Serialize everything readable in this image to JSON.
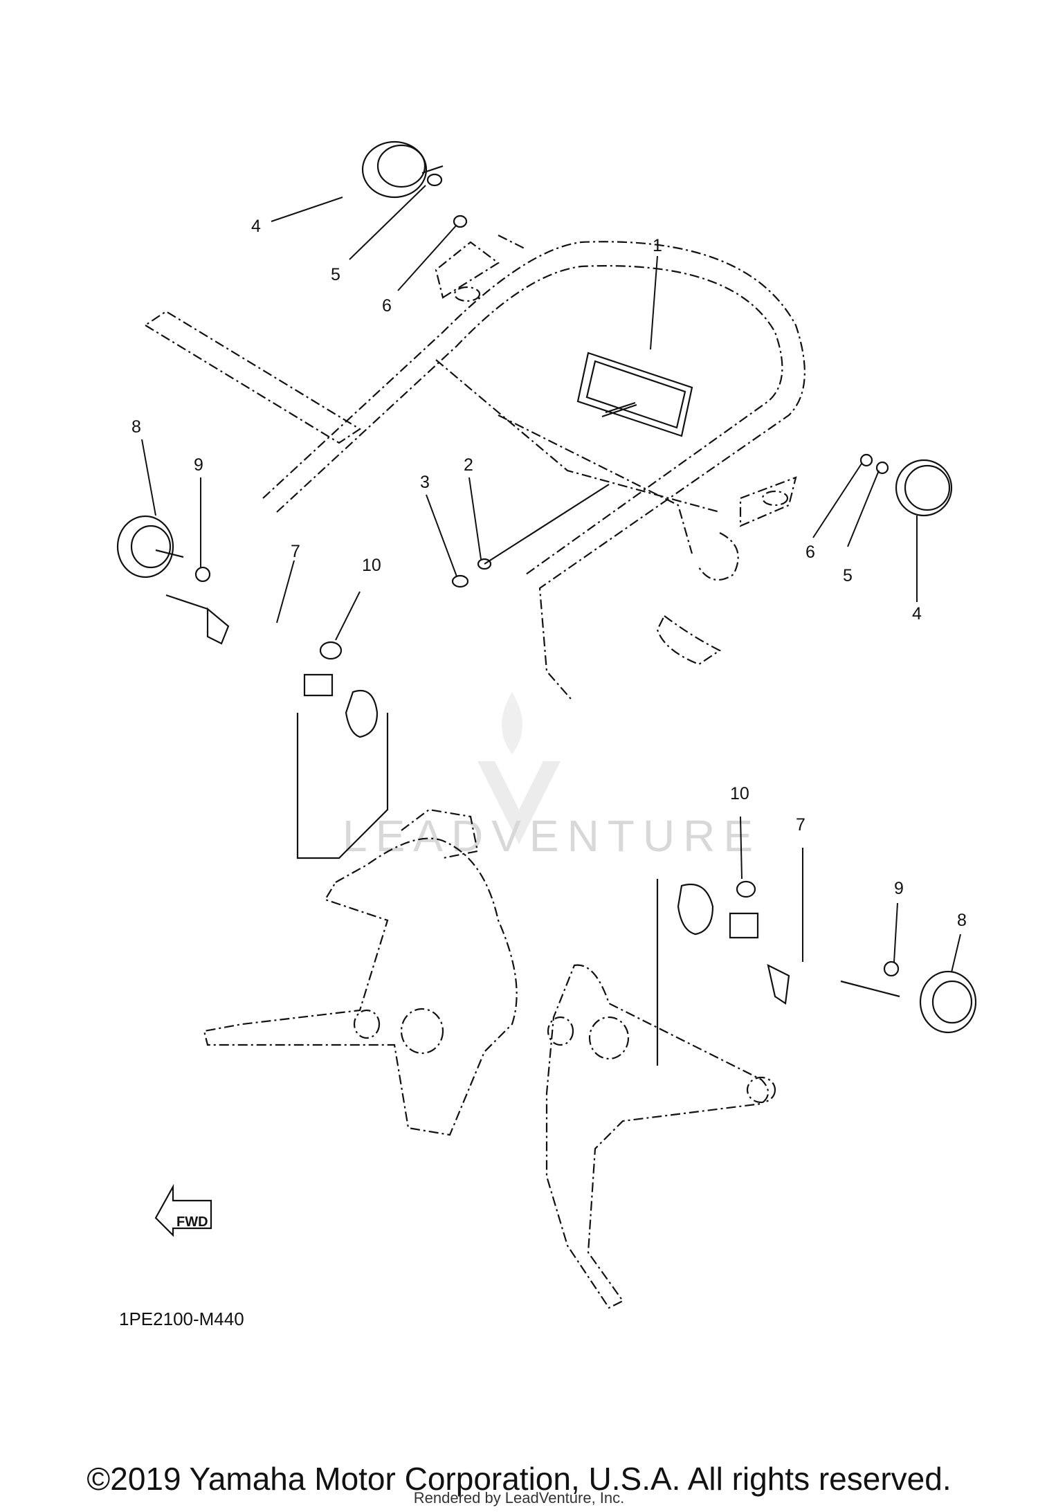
{
  "diagram": {
    "callouts": {
      "c1": "1",
      "c2": "2",
      "c3": "3",
      "c4a": "4",
      "c4b": "4",
      "c5a": "5",
      "c5b": "5",
      "c6a": "6",
      "c6b": "6",
      "c7a": "7",
      "c7b": "7",
      "c8a": "8",
      "c8b": "8",
      "c9a": "9",
      "c9b": "9",
      "c10a": "10",
      "c10b": "10"
    },
    "fwd_label": "FWD",
    "part_code": "1PE2100-M440",
    "watermark": "LEADVENTURE"
  },
  "footer": {
    "copyright": "©2019 Yamaha Motor Corporation, U.S.A. All rights reserved.",
    "rendered_by": "Rendered by LeadVenture, Inc."
  }
}
